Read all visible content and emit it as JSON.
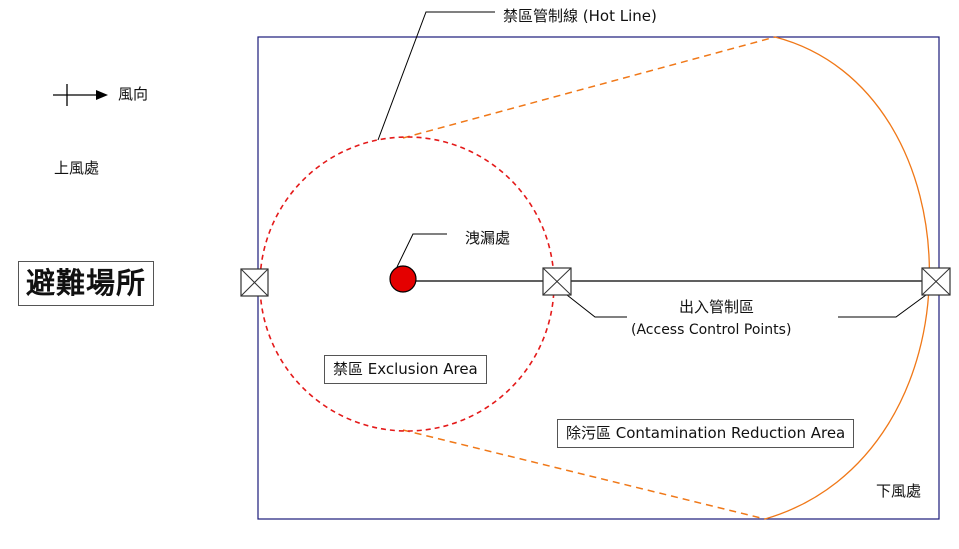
{
  "labels": {
    "hot_line": "禁區管制線 (Hot Line)",
    "wind_direction": "風向",
    "upwind": "上風處",
    "evacuation_site": "避難場所",
    "leak_source": "洩漏處",
    "access_control_zh": "出入管制區",
    "access_control_en": "(Access Control Points)",
    "exclusion_area": "禁區  Exclusion Area",
    "contamination_reduction_area": "除污區 Contamination Reduction Area",
    "downwind": "下風處"
  },
  "colors": {
    "frame": "#1a1a7a",
    "hot_line": "#e41a1a",
    "corridor_dashed": "#f07818",
    "downwind_arc": "#f07818",
    "leak_fill": "#e40000",
    "line": "#000000"
  }
}
